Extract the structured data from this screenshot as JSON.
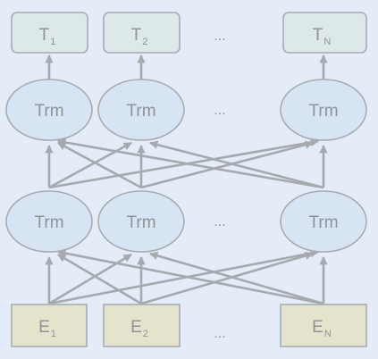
{
  "outputs": [
    {
      "base": "T",
      "sub": "1"
    },
    {
      "base": "T",
      "sub": "2"
    },
    {
      "base": "T",
      "sub": "N"
    }
  ],
  "inputs": [
    {
      "base": "E",
      "sub": "1"
    },
    {
      "base": "E",
      "sub": "2"
    },
    {
      "base": "E",
      "sub": "N"
    }
  ],
  "layer_nodes": {
    "top": [
      "Trm",
      "Trm",
      "Trm"
    ],
    "bottom": [
      "Trm",
      "Trm",
      "Trm"
    ]
  },
  "ellipsis": "..."
}
